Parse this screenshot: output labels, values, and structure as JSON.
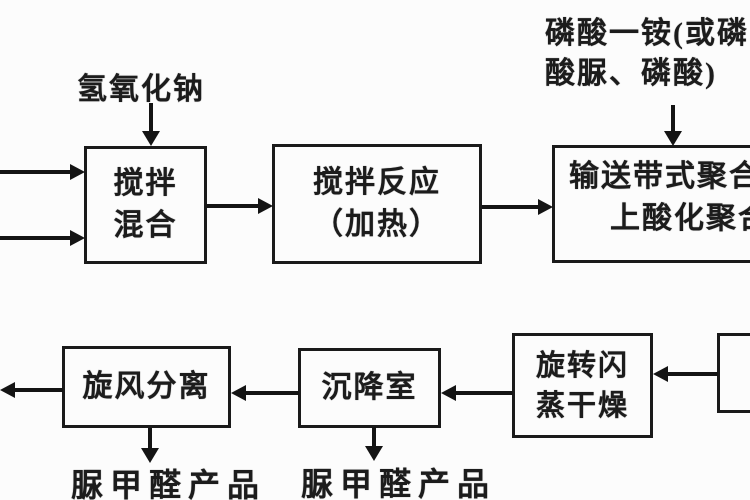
{
  "diagram": {
    "type": "process-flowchart",
    "language": "zh-CN",
    "colors": {
      "background": "#fcfcfc",
      "line": "#141414",
      "text": "#1c1c1c"
    },
    "inputs": {
      "naoh_label": "氢氧化钠",
      "phosphate_label_line1": "磷酸一铵(或磷",
      "phosphate_label_line2": "酸脲、磷酸)"
    },
    "boxes": {
      "mix": {
        "line1": "搅拌",
        "line2": "混合"
      },
      "react": {
        "line1": "搅拌反应",
        "line2": "（加热）"
      },
      "belt": {
        "line1": "输送带式聚合",
        "line2": "上酸化聚合"
      },
      "flash": {
        "line1": "旋转闪",
        "line2": "蒸干燥"
      },
      "settle": {
        "line1": "沉降室"
      },
      "cyclone": {
        "line1": "旋风分离"
      }
    },
    "outputs": {
      "product_left": "脲甲醛产品",
      "product_mid": "脲甲醛产品"
    }
  }
}
